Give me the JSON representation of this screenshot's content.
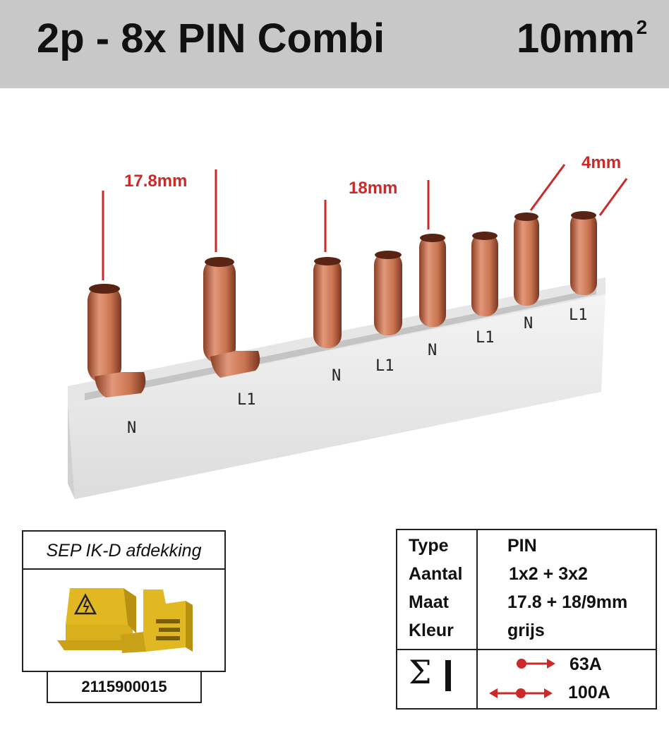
{
  "header": {
    "title": "2p - 8x PIN Combi",
    "size_value": "10mm",
    "size_superscript": "2"
  },
  "dimensions": {
    "pitch_1": "17.8mm",
    "pitch_2": "18mm",
    "pin_width": "4mm"
  },
  "bar_markings": [
    "N",
    "L1",
    "N",
    "L1",
    "N",
    "L1",
    "N",
    "L1"
  ],
  "cover": {
    "title": "SEP IK-D afdekking",
    "code": "2115900015"
  },
  "spec": {
    "rows": [
      {
        "key": "Type",
        "value": "PIN"
      },
      {
        "key": "Aantal",
        "value": "1x2 + 3x2"
      },
      {
        "key": "Maat",
        "value": "17.8 + 18/9mm"
      },
      {
        "key": "Kleur",
        "value": "grijs"
      }
    ],
    "current_symbol": "Σ",
    "current_single": "63A",
    "current_double": "100A"
  },
  "colors": {
    "accent_red": "#cc2a2a",
    "header_grey": "#c8c8c8",
    "copper": "#c8734f",
    "cover_yellow": "#e2b822"
  }
}
